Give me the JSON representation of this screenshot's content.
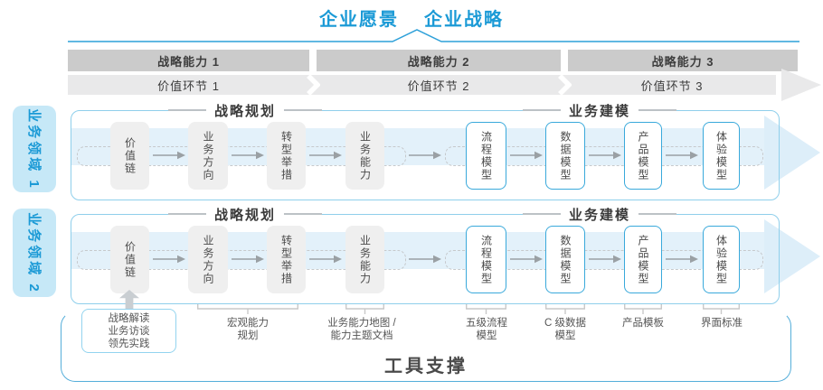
{
  "title": {
    "vision": "企业愿景",
    "strategy": "企业战略"
  },
  "strategic_capabilities": [
    {
      "label": "战略能力 1"
    },
    {
      "label": "战略能力 2"
    },
    {
      "label": "战略能力 3"
    }
  ],
  "value_links": [
    {
      "label": "价值环节 1"
    },
    {
      "label": "价值环节 2"
    },
    {
      "label": "价值环节 3"
    }
  ],
  "business_domains": [
    {
      "label": "业务领域 1"
    },
    {
      "label": "业务领域 2"
    }
  ],
  "stage_headers": {
    "planning": "战略规划",
    "modeling": "业务建模"
  },
  "flow_boxes": {
    "planning": [
      {
        "label": "价值链"
      },
      {
        "label": "业务方向"
      },
      {
        "label": "转型举措"
      },
      {
        "label": "业务能力"
      }
    ],
    "modeling": [
      {
        "label": "流程模型"
      },
      {
        "label": "数据模型"
      },
      {
        "label": "产品模型"
      },
      {
        "label": "体验模型"
      }
    ]
  },
  "annotations": {
    "practice_box": {
      "line1": "战略解读",
      "line2": "业务访谈",
      "line3": "领先实践"
    },
    "items": [
      {
        "line1": "宏观能力",
        "line2": "规划"
      },
      {
        "line1": "业务能力地图 /",
        "line2": "能力主题文档"
      },
      {
        "line1": "五级流程",
        "line2": "模型"
      },
      {
        "line1": "C 级数据",
        "line2": "模型"
      },
      {
        "line1": "产品模板"
      },
      {
        "line1": "界面标准"
      }
    ]
  },
  "footer": {
    "label": "工具支撑"
  },
  "colors": {
    "accent_blue": "#1b9ad6",
    "line_blue": "#2da0d9",
    "band_dark_gray": "#cbcbcb",
    "band_light_gray": "#e9e9ea",
    "panel_border": "#8fcfeb",
    "domain_fill": "#c6e8f7",
    "flow_band_fill": "#e3f1fa",
    "box_gray_fill": "#efefef",
    "box_blue_border": "#39a9db",
    "footer_border": "#55aeda",
    "arrow_gray": "#9aa0a4",
    "text_dark": "#3d3d3d",
    "text_gray": "#555555"
  }
}
